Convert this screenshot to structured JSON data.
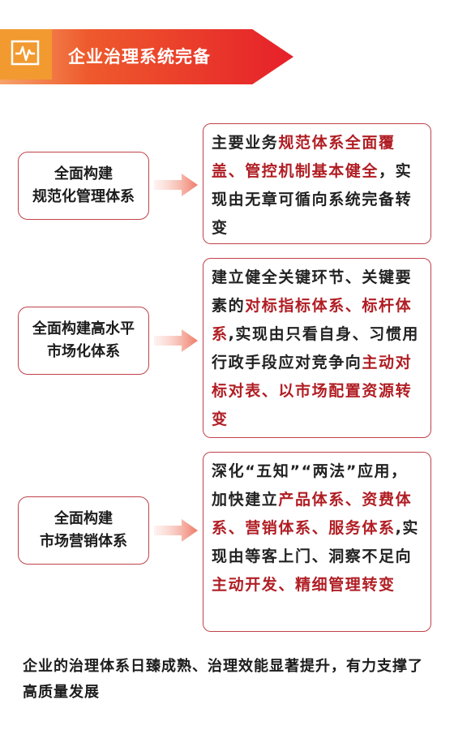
{
  "header": {
    "title": "企业治理系统完备",
    "icon": "pulse-monitor-icon"
  },
  "rows": [
    {
      "label_lines": [
        "全面构建",
        "规范化管理体系"
      ],
      "desc": [
        {
          "text": "主要业务",
          "hl": false
        },
        {
          "text": "规范体系全面覆盖、管控机制基本健全",
          "hl": true
        },
        {
          "text": "，实现由无章可循向系统完备转变",
          "hl": false
        }
      ]
    },
    {
      "label_lines": [
        "全面构建高水平",
        "市场化体系"
      ],
      "desc": [
        {
          "text": "建立健全关键环节、关键要素的",
          "hl": false
        },
        {
          "text": "对标指标体系、标杆体系",
          "hl": true
        },
        {
          "text": ",实现由只看自身、习惯用行政手段应对竞争向",
          "hl": false
        },
        {
          "text": "主动对标对表、以市场配置资源转变",
          "hl": true
        }
      ]
    },
    {
      "label_lines": [
        "全面构建",
        "市场营销体系"
      ],
      "desc": [
        {
          "text": "深化“五知”“两法”应用，加快建立",
          "hl": false
        },
        {
          "text": "产品体系、资费体系、营销体系、服务体系",
          "hl": true
        },
        {
          "text": ",实现由等客上门、洞察不足向",
          "hl": false
        },
        {
          "text": "主动开发、精细管理转变",
          "hl": true
        }
      ]
    }
  ],
  "footer": "企业的治理体系日臻成熟、治理效能显著提升，有力支撑了高质量发展",
  "colors": {
    "highlight": "#b01e24",
    "border": "#c0424a",
    "banner_red": "#e6202a",
    "banner_orange": "#f29a30"
  }
}
